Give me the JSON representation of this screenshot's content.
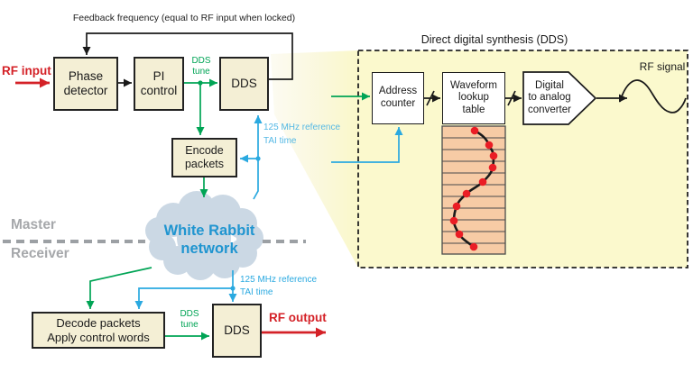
{
  "colors": {
    "box_fill": "#f4efd5",
    "panel_fill": "#fbf9cd",
    "lut_row_fill": "#f7cba5",
    "green": "#00a455",
    "blue": "#2aa9e0",
    "blue_light": "#54b8e4",
    "red": "#d42127",
    "gray_label": "#a6a8ab",
    "cloud_fill": "#cbd8e4",
    "cloud_text": "#2095d0"
  },
  "master": {
    "section_label": "Master",
    "feedback_label": "Feedback frequency (equal to RF input when locked)",
    "rf_input_label": "RF input",
    "phase_detector": "Phase\ndetector",
    "pi_control": "PI\ncontrol",
    "dds": "DDS",
    "dds_tune": "DDS\ntune",
    "encode_packets": "Encode\npackets",
    "ref_label": "125 MHz reference",
    "tai_label": "TAI time"
  },
  "network": {
    "label": "White Rabbit\nnetwork"
  },
  "receiver": {
    "section_label": "Receiver",
    "decode_packets": "Decode packets\nApply control words",
    "dds_tune": "DDS\ntune",
    "dds": "DDS",
    "rf_output_label": "RF output",
    "ref_label": "125 MHz reference",
    "tai_label": "TAI time"
  },
  "dds_detail": {
    "title": "Direct digital synthesis (DDS)",
    "address_counter": "Address\ncounter",
    "waveform_lut": "Waveform\nlookup\ntable",
    "dac": "Digital\nto analog\nconverter",
    "rf_signal_label": "RF signal"
  }
}
